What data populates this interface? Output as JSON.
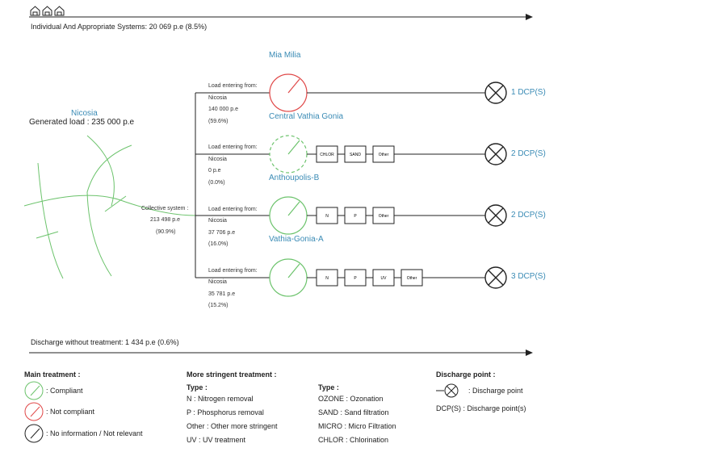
{
  "header": {
    "individual_label": "Individual And Appropriate Systems: 20 069 p.e (8.5%)"
  },
  "source": {
    "city": "Nicosia",
    "generated_load": "Generated load : 235 000 p.e",
    "collective_title": "Collective system :",
    "collective_value": "213 498 p.e",
    "collective_pct": "(90.9%)"
  },
  "plants": [
    {
      "top_label": "Mia Milia",
      "name": "Central Vathia Gonia",
      "status": "not-compliant",
      "load_title": "Load entering from:",
      "load_from": "Nicosia",
      "load_value": "140 000 p.e",
      "load_pct": "(59.6%)",
      "treatments": [],
      "dcp": "1 DCP(S)"
    },
    {
      "name": "Anthoupolis-B",
      "status": "compliant-dashed",
      "load_title": "Load entering from:",
      "load_from": "Nicosia",
      "load_value": "0 p.e",
      "load_pct": "(0.0%)",
      "treatments": [
        "CHLOR",
        "SAND",
        "Other"
      ],
      "dcp": "2 DCP(S)"
    },
    {
      "name": "Vathia-Gonia-A",
      "status": "compliant",
      "load_title": "Load entering from:",
      "load_from": "Nicosia",
      "load_value": "37 706 p.e",
      "load_pct": "(16.0%)",
      "treatments": [
        "N",
        "P",
        "Other"
      ],
      "dcp": "2 DCP(S)"
    },
    {
      "name": "",
      "status": "compliant",
      "load_title": "Load entering from:",
      "load_from": "Nicosia",
      "load_value": "35 781 p.e",
      "load_pct": "(15.2%)",
      "treatments": [
        "N",
        "P",
        "UV",
        "Other"
      ],
      "dcp": "3 DCP(S)"
    }
  ],
  "discharge": {
    "label": "Discharge without treatment: 1 434 p.e (0.6%)"
  },
  "legend": {
    "main": {
      "title": "Main treatment :",
      "compliant": ": Compliant",
      "not_compliant": ": Not compliant",
      "no_info": ": No information / Not relevant"
    },
    "stringent": {
      "title": "More stringent treatment :",
      "type_label_1": "Type :",
      "type_label_2": "Type :",
      "col1": [
        "N : Nitrogen removal",
        "P : Phosphorus removal",
        "Other : Other more stringent",
        "UV : UV treatment"
      ],
      "col2": [
        "OZONE : Ozonation",
        "SAND : Sand filtration",
        "MICRO : Micro Filtration",
        "CHLOR : Chlorination"
      ]
    },
    "discharge": {
      "title": "Discharge point :",
      "point": ": Discharge point",
      "dcps": "DCP(S) : Discharge point(s)"
    }
  },
  "colors": {
    "green": "#6cc36c",
    "red": "#e04848",
    "blue": "#3a8bb5",
    "line": "#222222"
  }
}
